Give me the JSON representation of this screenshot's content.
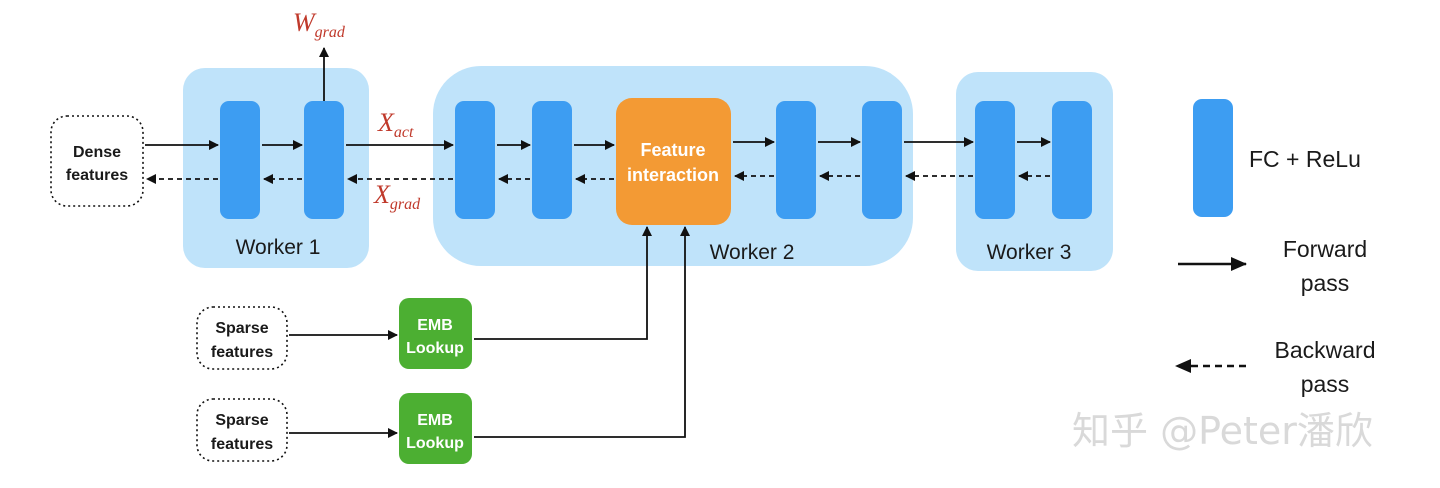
{
  "colors": {
    "worker_bg": "#bfe3fa",
    "fc_block": "#3d9df2",
    "feature_interaction": "#f39a34",
    "emb_lookup": "#4caf32",
    "math_label": "#c0392b"
  },
  "workers": {
    "w1": "Worker 1",
    "w2": "Worker 2",
    "w3": "Worker 3"
  },
  "inputs": {
    "dense": [
      "Dense",
      "features"
    ],
    "sparse1": [
      "Sparse",
      "features"
    ],
    "sparse2": [
      "Sparse",
      "features"
    ]
  },
  "feature_interaction": [
    "Feature",
    "interaction"
  ],
  "emb_lookup": [
    "EMB",
    "Lookup"
  ],
  "math": {
    "w_grad": {
      "base": "W",
      "sub": "grad"
    },
    "x_act": {
      "base": "X",
      "sub": "act"
    },
    "x_grad": {
      "base": "X",
      "sub": "grad"
    }
  },
  "legend": {
    "fc_relu": "FC + ReLu",
    "forward": [
      "Forward",
      "pass"
    ],
    "backward": [
      "Backward",
      "pass"
    ]
  },
  "watermark": "知乎 @Peter潘欣"
}
